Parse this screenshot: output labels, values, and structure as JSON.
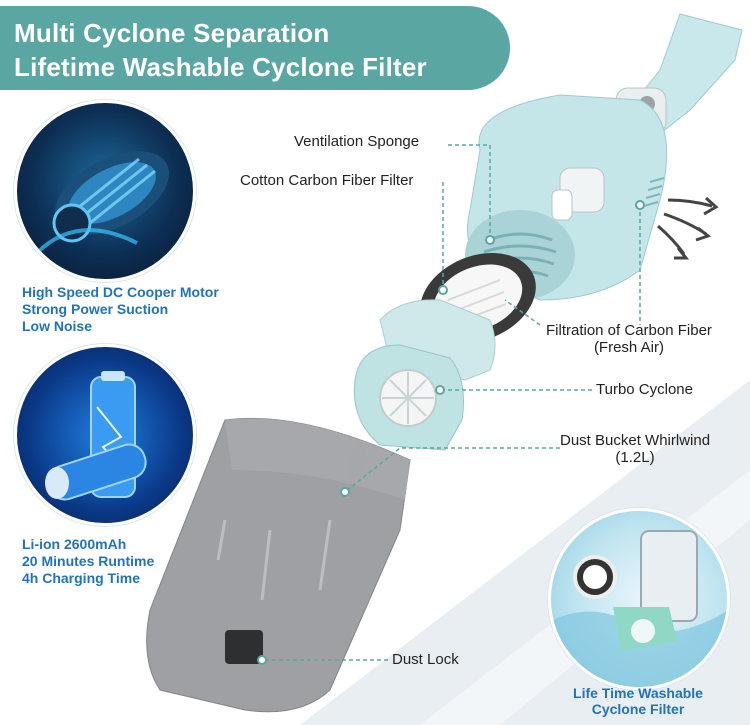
{
  "banner": {
    "line1": "Multi Cyclone Separation",
    "line2": "Lifetime Washable Cyclone Filter"
  },
  "features": [
    {
      "lines": [
        "High Speed DC Cooper Motor",
        "Strong Power Suction",
        "Low Noise"
      ]
    },
    {
      "lines": [
        "Li-ion 2600mAh",
        "20 Minutes Runtime",
        "4h Charging Time"
      ]
    }
  ],
  "washable": {
    "lines": [
      "Life Time Washable",
      "Cyclone Filter"
    ]
  },
  "callouts": {
    "ventilation_sponge": "Ventilation Sponge",
    "cotton_filter": "Cotton Carbon Fiber Filter",
    "filtration_line1": "Filtration of Carbon Fiber",
    "filtration_line2": "(Fresh Air)",
    "turbo_cyclone": "Turbo Cyclone",
    "dust_bucket_line1": "Dust Bucket Whirlwind",
    "dust_bucket_line2": "(1.2L)",
    "dust_lock": "Dust Lock"
  },
  "colors": {
    "banner": "#5aa6a3",
    "feature_text": "#2273b8",
    "body_mint": "#bfe3e6",
    "bucket_gray": "#8a8c8f"
  }
}
